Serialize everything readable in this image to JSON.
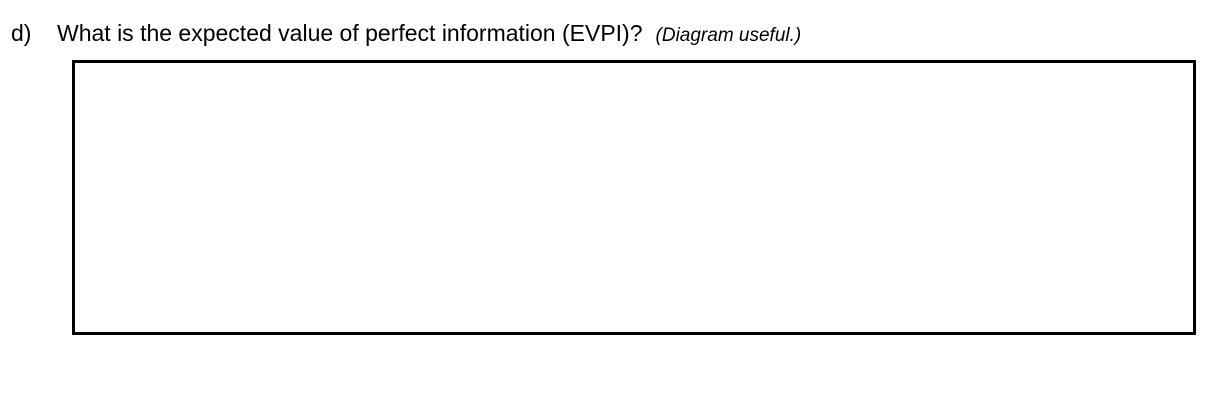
{
  "question": {
    "label": "d)",
    "text": "What is the expected value of perfect information (EVPI)?",
    "hint": "(Diagram useful.)"
  },
  "answer_box": {
    "value": ""
  }
}
